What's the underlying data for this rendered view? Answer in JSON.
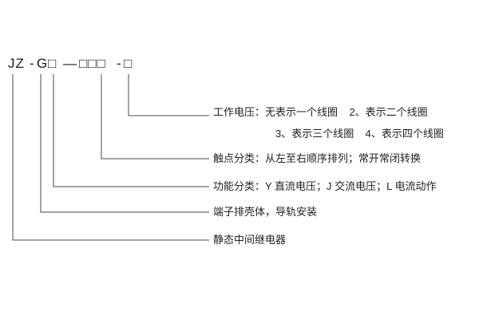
{
  "model_code": {
    "parts": [
      "JZ",
      "-",
      "G",
      "□",
      "—",
      "□□□",
      "-",
      "□"
    ]
  },
  "labels": {
    "working_voltage_1": "工作电压：无表示一个线圈    2、表示二个线圈",
    "working_voltage_2": "3、表示三个线圈    4、表示四个线圈",
    "contact": "触点分类：从左至右顺序排列；常开常闭转换",
    "function": "功能分类：Y 直流电压；J 交流电压；L 电流动作",
    "shell": "端子排壳体，导轨安装",
    "relay": "静态中间继电器"
  },
  "colors": {
    "line": "#4a4a4a",
    "text": "#222222",
    "background": "#ffffff"
  }
}
